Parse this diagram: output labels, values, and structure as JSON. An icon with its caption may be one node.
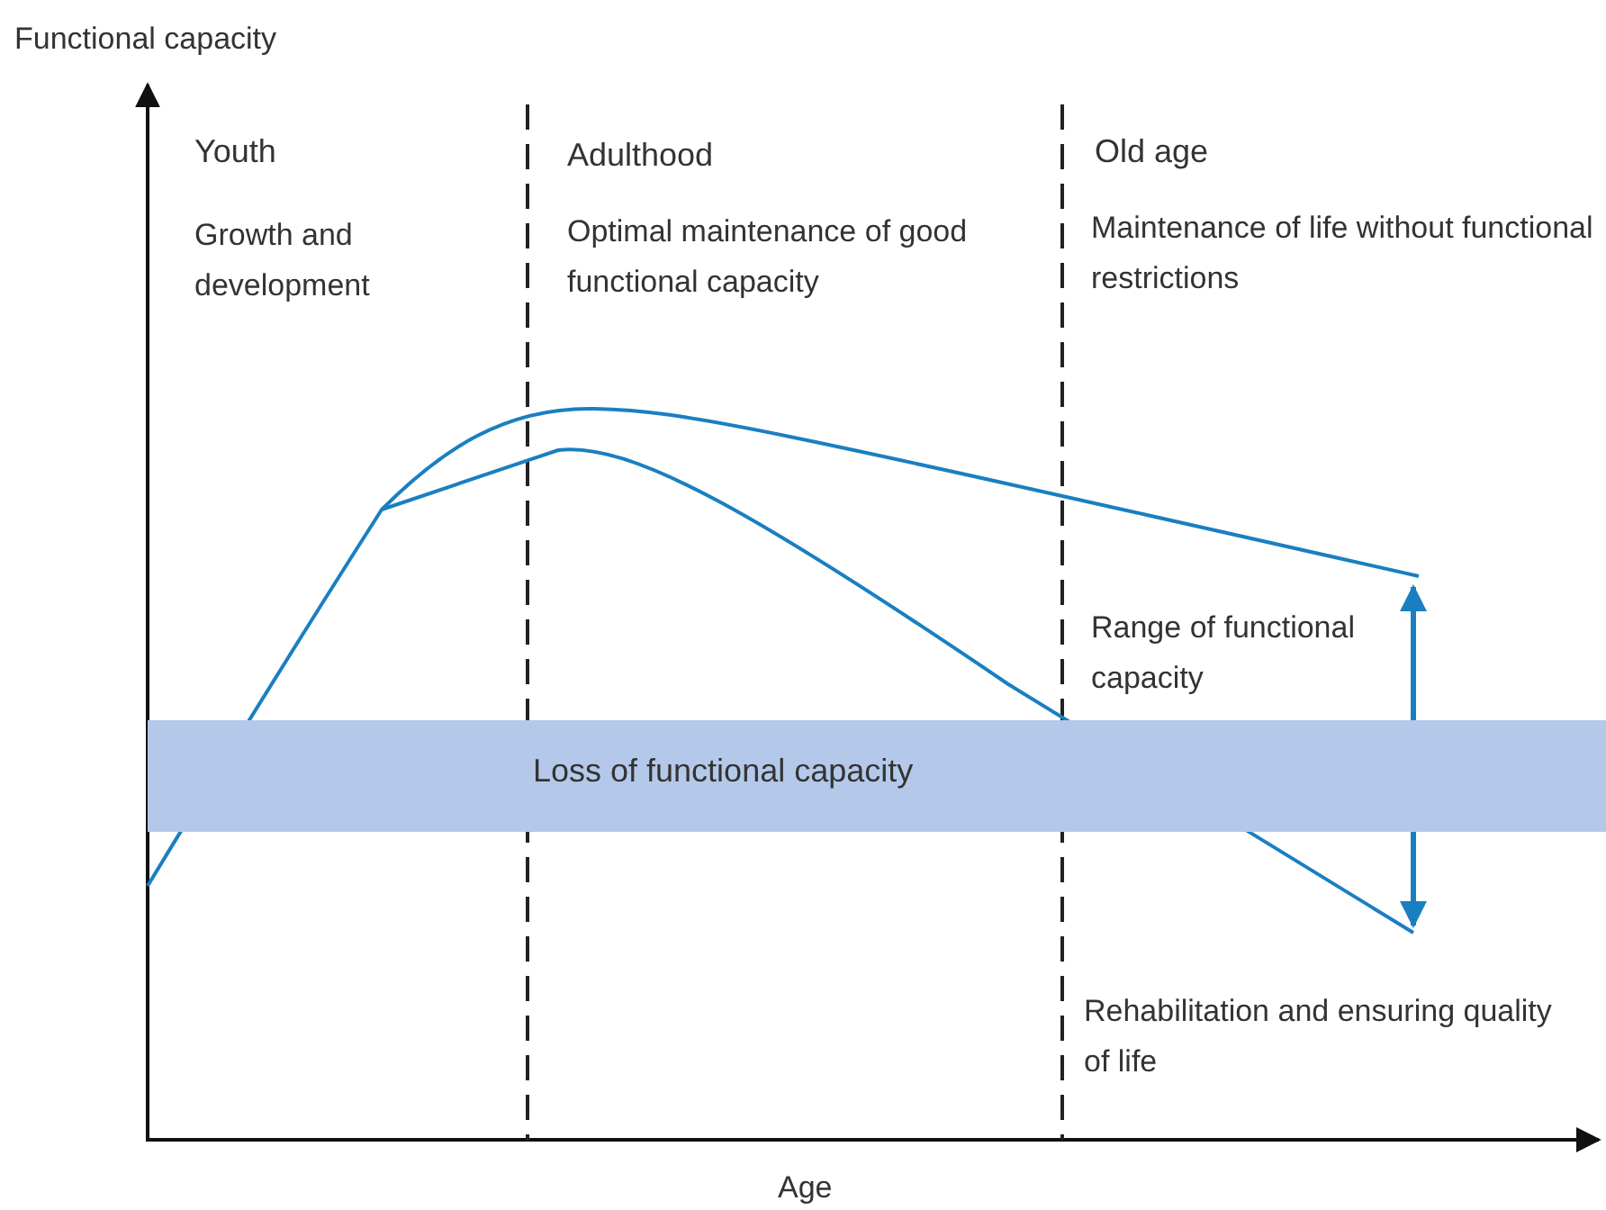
{
  "diagram": {
    "nodes": [
      {
        "text": [
          "Loss of functional capacity"
        ]
      }
    ],
    "labels": [
      "Functional capacity",
      "Youth",
      "Adulthood",
      "Old age",
      "Growth and development",
      "Optimal maintenance of good functional capacity",
      "Maintenance of life without functional restrictions",
      "Range of functional capacity",
      "Rehabilitation and ensuring quality of life",
      "Age"
    ]
  }
}
